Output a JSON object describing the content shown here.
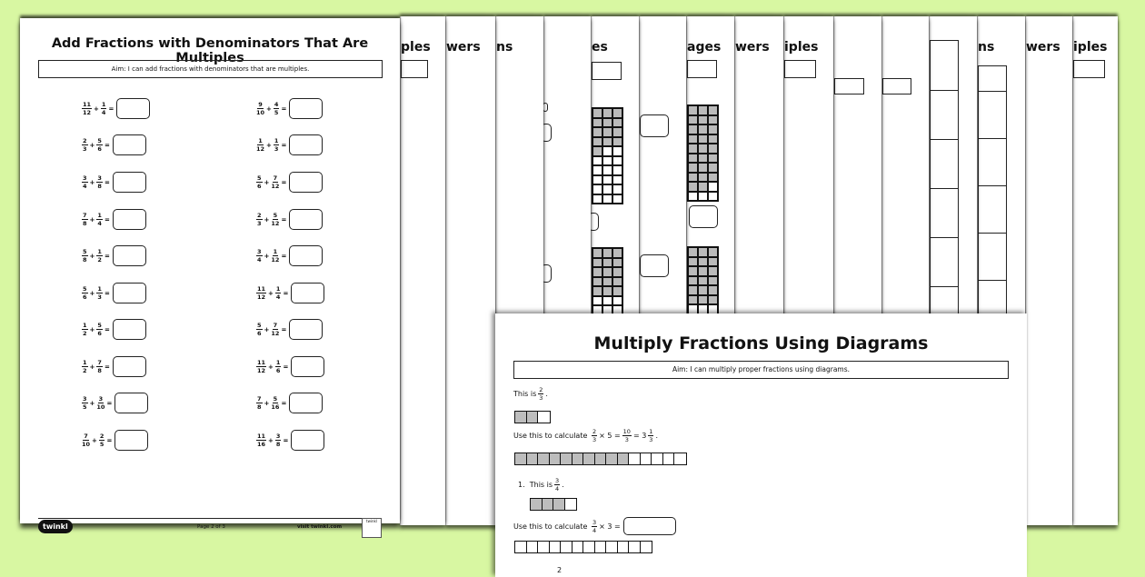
{
  "background_color": "#d8f7a2",
  "left_page": {
    "title": "Add Fractions with Denominators That Are Multiples",
    "aim": "Aim: I can add fractions with denominators that are multiples.",
    "columns": [
      [
        [
          "11",
          "12",
          "1",
          "4"
        ],
        [
          "2",
          "3",
          "5",
          "6"
        ],
        [
          "3",
          "4",
          "3",
          "8"
        ],
        [
          "7",
          "8",
          "1",
          "4"
        ],
        [
          "5",
          "8",
          "1",
          "2"
        ],
        [
          "5",
          "6",
          "1",
          "3"
        ],
        [
          "1",
          "2",
          "5",
          "6"
        ],
        [
          "1",
          "2",
          "7",
          "8"
        ],
        [
          "3",
          "5",
          "3",
          "10"
        ],
        [
          "7",
          "10",
          "2",
          "5"
        ]
      ],
      [
        [
          "9",
          "10",
          "4",
          "5"
        ],
        [
          "1",
          "12",
          "1",
          "3"
        ],
        [
          "5",
          "6",
          "7",
          "12"
        ],
        [
          "2",
          "3",
          "5",
          "12"
        ],
        [
          "3",
          "4",
          "1",
          "12"
        ],
        [
          "11",
          "12",
          "1",
          "4"
        ],
        [
          "5",
          "6",
          "7",
          "12"
        ],
        [
          "11",
          "12",
          "1",
          "6"
        ],
        [
          "7",
          "8",
          "5",
          "16"
        ],
        [
          "11",
          "16",
          "3",
          "8"
        ]
      ]
    ],
    "plus": "+",
    "equals": "=",
    "footer": {
      "logo": "twinkl",
      "page": "Page 2 of 3",
      "site": "visit twinkl.com",
      "badge": "twinkl"
    }
  },
  "strips": [
    {
      "title": "ples"
    },
    {
      "title": "wers"
    },
    {
      "title": "ns"
    },
    {
      "title": ""
    },
    {
      "title": "es"
    },
    {
      "title": ""
    },
    {
      "title": "ages"
    },
    {
      "title": "wers"
    },
    {
      "title": "iples"
    },
    {
      "title": ""
    },
    {
      "title": ""
    },
    {
      "title": ""
    },
    {
      "title": "ns"
    },
    {
      "title": "wers"
    },
    {
      "title": "iples"
    }
  ],
  "bottom_page": {
    "title": "Multiply Fractions Using Diagrams",
    "aim": "Aim: I can multiply proper fractions using diagrams.",
    "example": {
      "this_is": "This is",
      "frac": [
        "2",
        "3"
      ],
      "use": "Use this to calculate",
      "calc_a": [
        "2",
        "3"
      ],
      "times": "×",
      "mult": "5",
      "eq": "=",
      "res": [
        "10",
        "3"
      ],
      "whole": "3",
      "mixed": [
        "1",
        "3"
      ],
      "bar1_shaded": 2,
      "bar1_total": 3,
      "bar2_shaded": 10,
      "bar2_total": 15
    },
    "q1": {
      "num": "1.",
      "this_is": "This is",
      "frac": [
        "3",
        "4"
      ],
      "use": "Use this to calculate",
      "times": "×",
      "mult": "3",
      "eq": "=",
      "bar1_shaded": 3,
      "bar1_total": 4,
      "bar2_shaded": 0,
      "bar2_total": 12
    },
    "q2": {
      "frac_num": "2"
    }
  }
}
